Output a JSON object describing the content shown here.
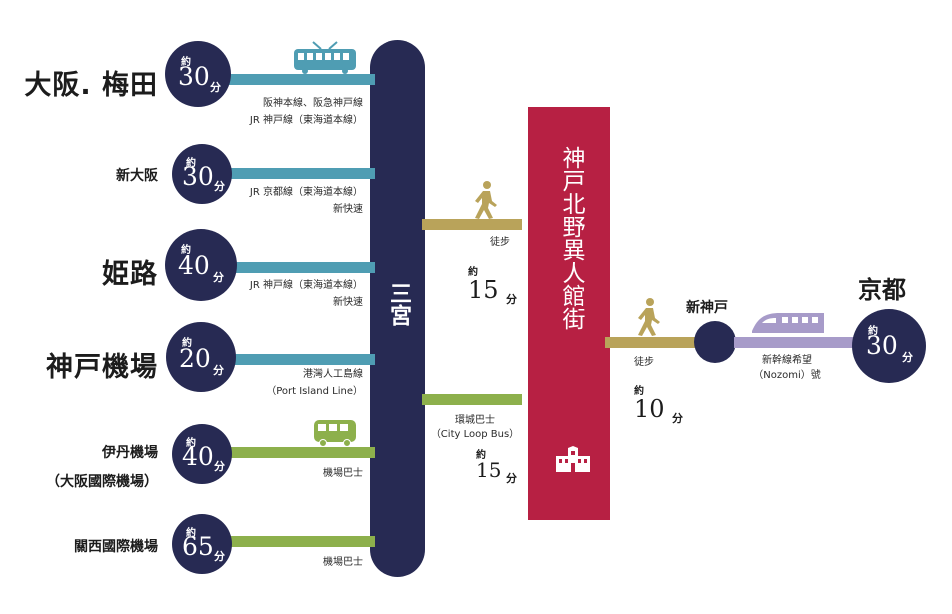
{
  "routes": [
    {
      "station": "大阪. 梅田",
      "about": "約",
      "time": "30",
      "unit": "分",
      "lines": [
        "阪神本線、阪急神戸線",
        "JR 神戸線（東海道本線）"
      ]
    },
    {
      "station": "新大阪",
      "about": "約",
      "time": "30",
      "unit": "分",
      "lines": [
        "JR 京都線（東海道本線）",
        "新快速"
      ]
    },
    {
      "station": "姫路",
      "about": "約",
      "time": "40",
      "unit": "分",
      "lines": [
        "JR 神戸線（東海道本線）",
        "新快速"
      ]
    },
    {
      "station": "神戸機場",
      "about": "約",
      "time": "20",
      "unit": "分",
      "lines": [
        "港灣人工島線",
        "（Port Island Line）"
      ]
    },
    {
      "station": "伊丹機場",
      "station2": "（大阪國際機場）",
      "about": "約",
      "time": "40",
      "unit": "分",
      "lines": [
        "機場巴士"
      ]
    },
    {
      "station": "關西國際機場",
      "about": "約",
      "time": "65",
      "unit": "分",
      "lines": [
        "機場巴士"
      ]
    }
  ],
  "hub": {
    "name": "三宮"
  },
  "to_kitano": [
    {
      "mode": "徒步",
      "about": "約",
      "time": "15",
      "unit": "分"
    },
    {
      "mode": "環城巴士",
      "mode2": "（City Loop Bus）",
      "about": "約",
      "time": "15",
      "unit": "分"
    }
  ],
  "kitano": {
    "name": "神戸北野異人館街"
  },
  "shin_kobe": {
    "name": "新神戸",
    "walk": {
      "mode": "徒步",
      "about": "約",
      "time": "10",
      "unit": "分"
    },
    "train": {
      "line": "新幹線希望",
      "line2": "（Nozomi）號"
    }
  },
  "kyoto": {
    "name": "京都",
    "about": "約",
    "time": "30",
    "unit": "分"
  },
  "colors": {
    "navy": "#272a53",
    "red": "#b72043",
    "teal": "#4f9db3",
    "green": "#8db04c",
    "olive": "#b9a35a",
    "purple": "#a79bc9"
  },
  "icons": [
    "train-icon",
    "bus-icon",
    "walking-person-icon",
    "shinkansen-icon",
    "building-icon"
  ]
}
